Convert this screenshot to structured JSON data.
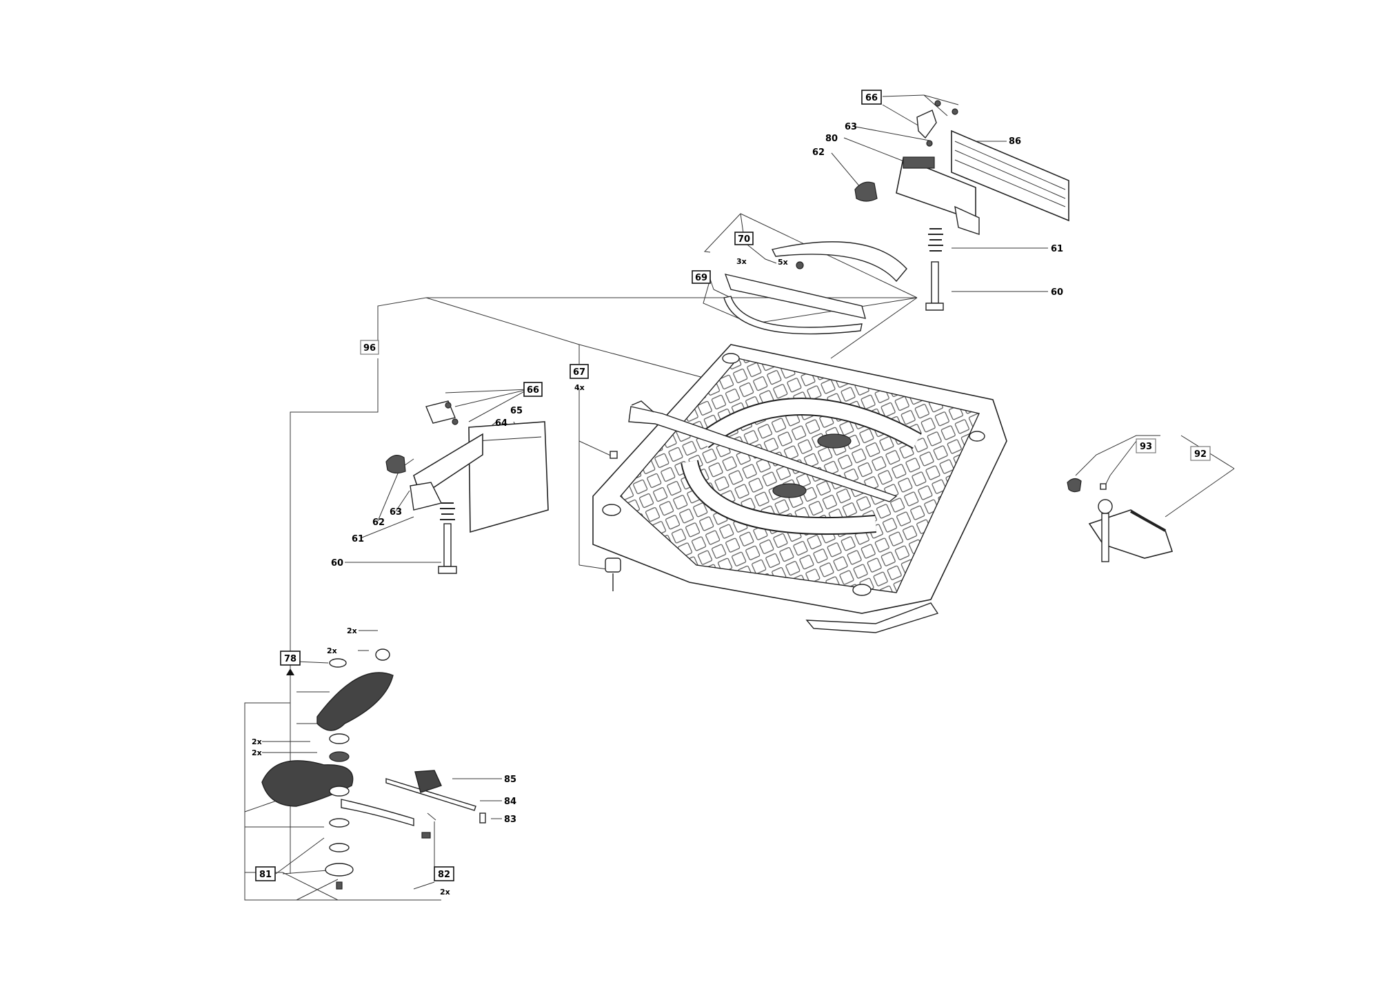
{
  "parts": {
    "p60a": "60",
    "p60b": "60",
    "p61a": "61",
    "p61b": "61",
    "p62a": "62",
    "p62b": "62",
    "p63a": "63",
    "p63b": "63",
    "p64": "64",
    "p65": "65",
    "p80": "80",
    "p83": "83",
    "p84": "84",
    "p85": "85",
    "p86": "86"
  },
  "boxes": {
    "b66a": "66",
    "b66b": "66",
    "b67": "67",
    "b69": "69",
    "b70": "70",
    "b78": "78",
    "b81": "81",
    "b82": "82",
    "b92": "92",
    "b93": "93",
    "b96": "96"
  },
  "quantities": {
    "q3x": "3x",
    "q5x": "5x",
    "q4x": "4x",
    "q2x_a": "2x",
    "q2x_b": "2x",
    "q2x_c": "2x",
    "q2x_d": "2x",
    "q2x_e": "2x"
  }
}
